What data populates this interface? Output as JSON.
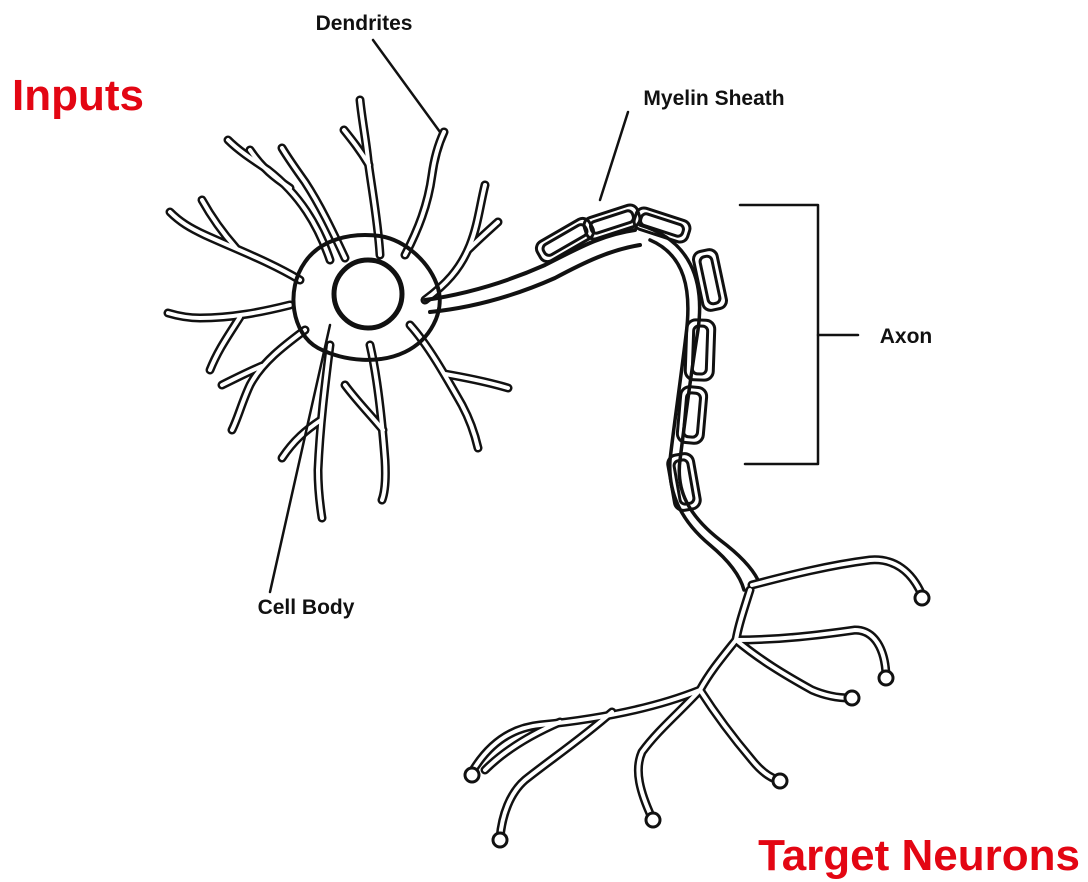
{
  "labels": {
    "inputs": "Inputs",
    "target_neurons": "Target Neurons",
    "dendrites": "Dendrites",
    "myelin_sheath": "Myelin Sheath",
    "axon": "Axon",
    "cell_body": "Cell Body"
  },
  "colors": {
    "accent": "#e30613",
    "ink": "#111111",
    "background": "#ffffff"
  }
}
